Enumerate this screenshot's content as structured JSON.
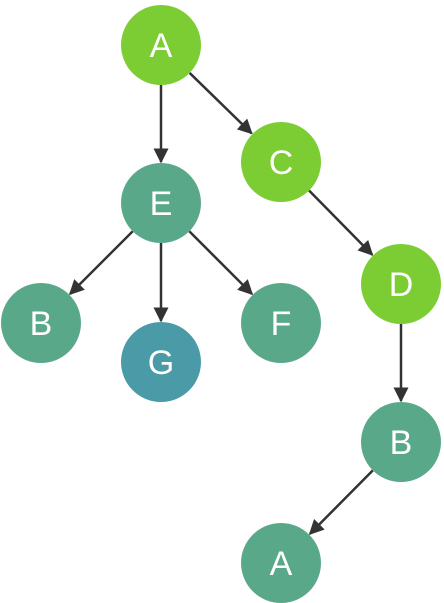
{
  "colors": {
    "highlight": "#7ccd33",
    "normal": "#5aa88a",
    "target": "#4a9aa8",
    "edge": "#333333",
    "label": "#ffffff"
  },
  "nodes": [
    {
      "id": "A1",
      "label": "A",
      "kind": "highlight"
    },
    {
      "id": "C",
      "label": "C",
      "kind": "highlight"
    },
    {
      "id": "D",
      "label": "D",
      "kind": "highlight"
    },
    {
      "id": "E",
      "label": "E",
      "kind": "normal"
    },
    {
      "id": "B1",
      "label": "B",
      "kind": "normal"
    },
    {
      "id": "G",
      "label": "G",
      "kind": "target"
    },
    {
      "id": "F",
      "label": "F",
      "kind": "normal"
    },
    {
      "id": "B2",
      "label": "B",
      "kind": "normal"
    },
    {
      "id": "A2",
      "label": "A",
      "kind": "normal"
    }
  ],
  "edges": [
    {
      "from": "A1",
      "to": "E"
    },
    {
      "from": "A1",
      "to": "C"
    },
    {
      "from": "C",
      "to": "D"
    },
    {
      "from": "E",
      "to": "B1"
    },
    {
      "from": "E",
      "to": "G"
    },
    {
      "from": "E",
      "to": "F"
    },
    {
      "from": "D",
      "to": "B2"
    },
    {
      "from": "B2",
      "to": "A2"
    }
  ]
}
